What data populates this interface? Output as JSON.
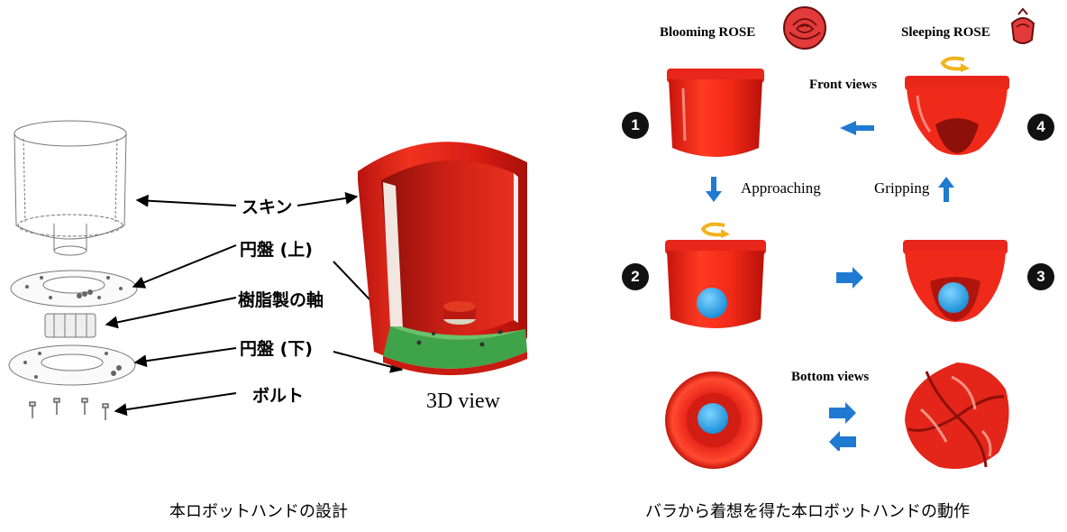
{
  "left_panel": {
    "labels": {
      "skin": "スキン",
      "disk_upper": "円盤 (上)",
      "resin_shaft": "樹脂製の軸",
      "disk_lower": "円盤 (下)",
      "bolt": "ボルト"
    },
    "view_3d_label": "3D view",
    "caption": "本ロボットハンドの設計"
  },
  "right_panel": {
    "blooming_label": "Blooming ROSE",
    "sleeping_label": "Sleeping ROSE",
    "front_views_label": "Front views",
    "bottom_views_label": "Bottom views",
    "approaching_label": "Approaching",
    "gripping_label": "Gripping",
    "steps": [
      "1",
      "2",
      "3",
      "4"
    ],
    "caption": "バラから着想を得た本ロボットハンドの動作",
    "colors": {
      "red": "#e8231a",
      "blue_arrow": "#1f7ad1",
      "ball": "#2fa8e8",
      "yellow": "#f1b21a"
    }
  }
}
